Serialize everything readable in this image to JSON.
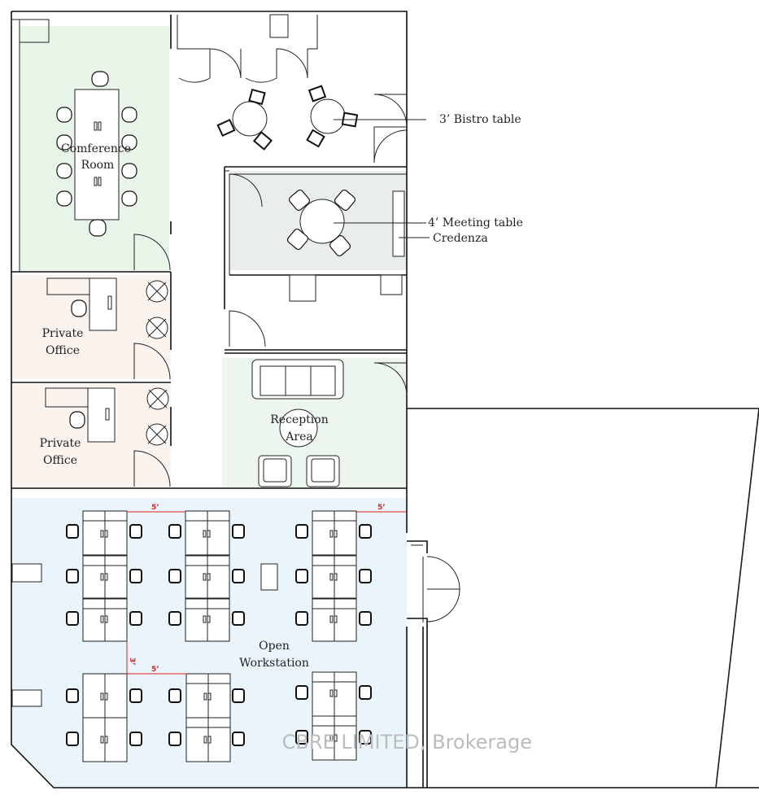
{
  "labels": {
    "conference_line1": "Comference",
    "conference_line2": "Room",
    "private1_line1": "Private",
    "private1_line2": "Office",
    "private2_line1": "Private",
    "private2_line2": "Office",
    "reception_line1": "Reception",
    "reception_line2": "Area",
    "workstation_line1": "Open",
    "workstation_line2": "Workstation"
  },
  "callouts": {
    "bistro": "3’ Bistro table",
    "meeting": "4’ Meeting table",
    "credenza": "Credenza"
  },
  "dimensions": {
    "d1": "5’",
    "d2": "5’",
    "d3": "5’",
    "d4": "3’"
  },
  "watermark": "CBRE LIMITED, Brokerage",
  "colors": {
    "conference_fill": "#eaf5ea",
    "meeting_fill": "#e9eeeb",
    "private_fill": "#fbf4ee",
    "reception_fill": "#edf6ee",
    "workstation_fill": "#eaf4fb"
  }
}
